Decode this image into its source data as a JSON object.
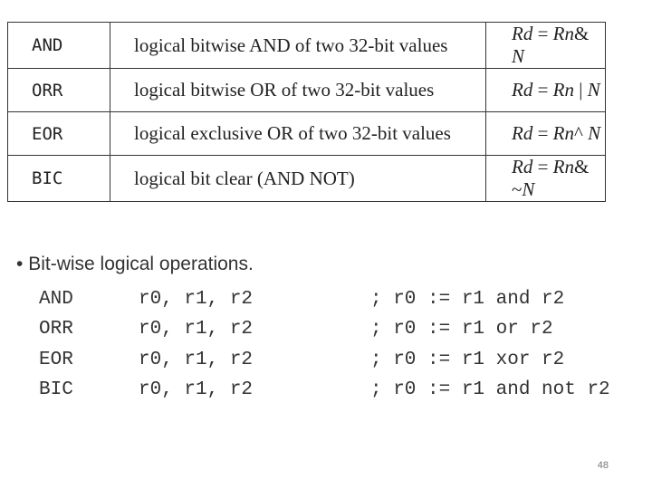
{
  "table": {
    "rows": [
      {
        "mnemonic": "AND",
        "description": "logical bitwise AND of two 32-bit values",
        "lhs": "Rd",
        "eq": "=",
        "r1": "Rn",
        "op": "&",
        "r2": "N"
      },
      {
        "mnemonic": "ORR",
        "description": "logical bitwise OR of two 32-bit values",
        "lhs": "Rd",
        "eq": "=",
        "r1": "Rn",
        "op": "|",
        "r2": "N"
      },
      {
        "mnemonic": "EOR",
        "description": "logical exclusive OR of two 32-bit values",
        "lhs": "Rd",
        "eq": "=",
        "r1": "Rn",
        "op": "^",
        "r2": "N"
      },
      {
        "mnemonic": "BIC",
        "description": "logical bit clear (AND NOT)",
        "lhs": "Rd",
        "eq": "=",
        "r1": "Rn",
        "op": "& ~",
        "r2": "N"
      }
    ]
  },
  "bullet": {
    "marker": "•",
    "text": "Bit-wise logical operations."
  },
  "code": [
    {
      "mnemonic": "AND",
      "operands": "r0, r1, r2",
      "comment": "; r0 := r1 and r2"
    },
    {
      "mnemonic": "ORR",
      "operands": "r0, r1, r2",
      "comment": "; r0 := r1 or r2"
    },
    {
      "mnemonic": "EOR",
      "operands": "r0, r1, r2",
      "comment": "; r0 := r1 xor r2"
    },
    {
      "mnemonic": "BIC",
      "operands": "r0, r1, r2",
      "comment": "; r0 := r1 and not r2"
    }
  ],
  "page_number": "48"
}
